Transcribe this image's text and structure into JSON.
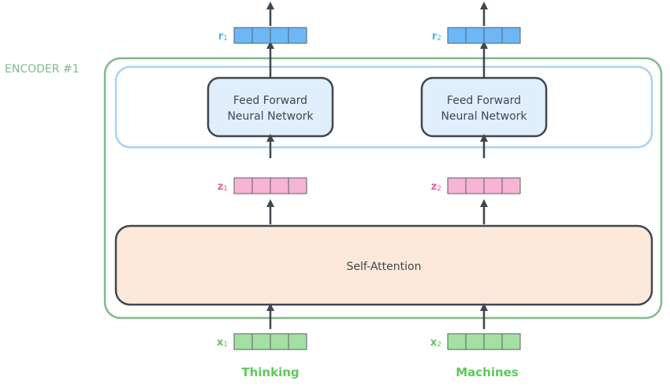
{
  "encoder": {
    "label": "ENCODER #1",
    "color": "#82b98a"
  },
  "ffn_layer": {
    "color": "#a9d1f4",
    "nodes": [
      {
        "line1": "Feed Forward",
        "line2": "Neural Network"
      },
      {
        "line1": "Feed Forward",
        "line2": "Neural Network"
      }
    ],
    "node_fill": "#e1effc",
    "node_stroke": "#3f474f"
  },
  "self_attention": {
    "label": "Self-Attention",
    "fill": "#fde9d9",
    "stroke": "#3f474f"
  },
  "vectors": {
    "outputs": {
      "color": "#6cb8f7",
      "text_color": "#53aeeb",
      "items": [
        {
          "letter": "r",
          "sub": "1"
        },
        {
          "letter": "r",
          "sub": "2"
        }
      ]
    },
    "intermediate": {
      "color": "#f7b4d4",
      "text_color": "#ea5f9e",
      "items": [
        {
          "letter": "z",
          "sub": "1"
        },
        {
          "letter": "z",
          "sub": "2"
        }
      ]
    },
    "inputs": {
      "color": "#a4e0a2",
      "text_color": "#5fc85b",
      "items": [
        {
          "letter": "x",
          "sub": "1"
        },
        {
          "letter": "x",
          "sub": "2"
        }
      ]
    }
  },
  "words": [
    "Thinking",
    "Machines"
  ],
  "word_color": "#5fc85b",
  "arrow_color": "#3f474f"
}
